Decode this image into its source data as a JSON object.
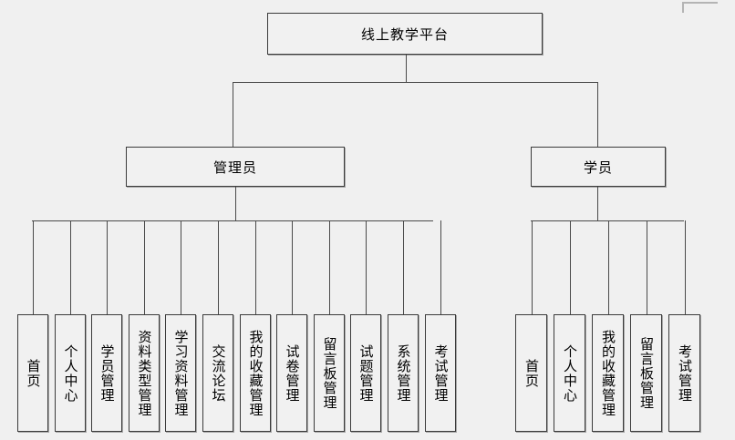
{
  "diagram": {
    "type": "organization-chart",
    "background_color": "#f0f0f0",
    "line_color": "#4a4a4a",
    "box_fill": "#f1f1f1",
    "box_border": "#3b3b3b",
    "root": {
      "label": "线上教学平台"
    },
    "branches": [
      {
        "id": "admin",
        "label": "管理员",
        "leaves": [
          {
            "label": "首页"
          },
          {
            "label": "个人中心"
          },
          {
            "label": "学员管理"
          },
          {
            "label": "资料类型管理"
          },
          {
            "label": "学习资料管理"
          },
          {
            "label": "交流论坛"
          },
          {
            "label": "我的收藏管理"
          },
          {
            "label": "试卷管理"
          },
          {
            "label": "留言板管理"
          },
          {
            "label": "试题管理"
          },
          {
            "label": "系统管理"
          },
          {
            "label": "考试管理"
          }
        ]
      },
      {
        "id": "student",
        "label": "学员",
        "leaves": [
          {
            "label": "首页"
          },
          {
            "label": "个人中心"
          },
          {
            "label": "我的收藏管理"
          },
          {
            "label": "留言板管理"
          },
          {
            "label": "考试管理"
          }
        ]
      }
    ]
  }
}
